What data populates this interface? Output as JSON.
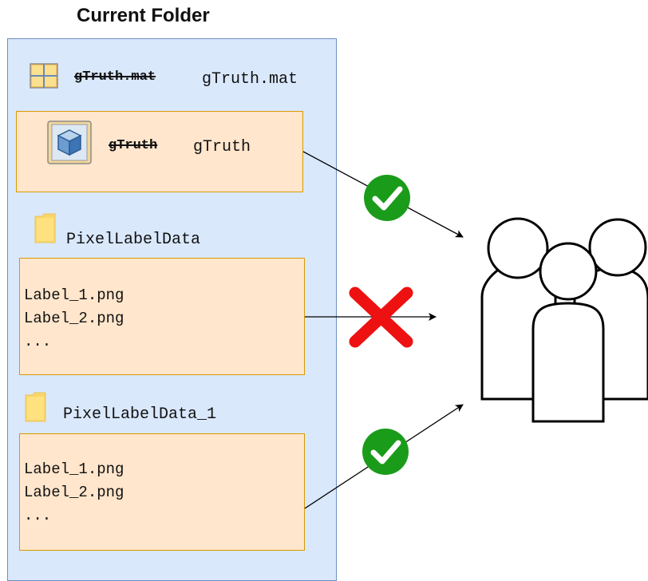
{
  "title": "Current Folder",
  "mat_file": {
    "old_name": "gTruth.mat",
    "new_name": "gTruth.mat",
    "icon": "mat-file-grid-icon"
  },
  "variable": {
    "old_name": "gTruth",
    "new_name": "gTruth",
    "icon": "workspace-object-icon",
    "status": "allowed"
  },
  "folders": [
    {
      "name": "PixelLabelData",
      "icon": "folder-icon",
      "files": [
        "Label_1.png",
        "Label_2.png",
        "..."
      ],
      "status": "not-allowed"
    },
    {
      "name": "PixelLabelData_1",
      "icon": "folder-icon",
      "files": [
        "Label_1.png",
        "Label_2.png",
        "..."
      ],
      "status": "allowed"
    }
  ],
  "target_icon": "user-group-icon",
  "colors": {
    "panel_fill": "#dae8fc",
    "panel_border": "#6c8ebf",
    "box_fill": "#ffe6cc",
    "box_border": "#d79b00",
    "check_green": "#1a9c1a",
    "cross_red": "#ee1111"
  }
}
